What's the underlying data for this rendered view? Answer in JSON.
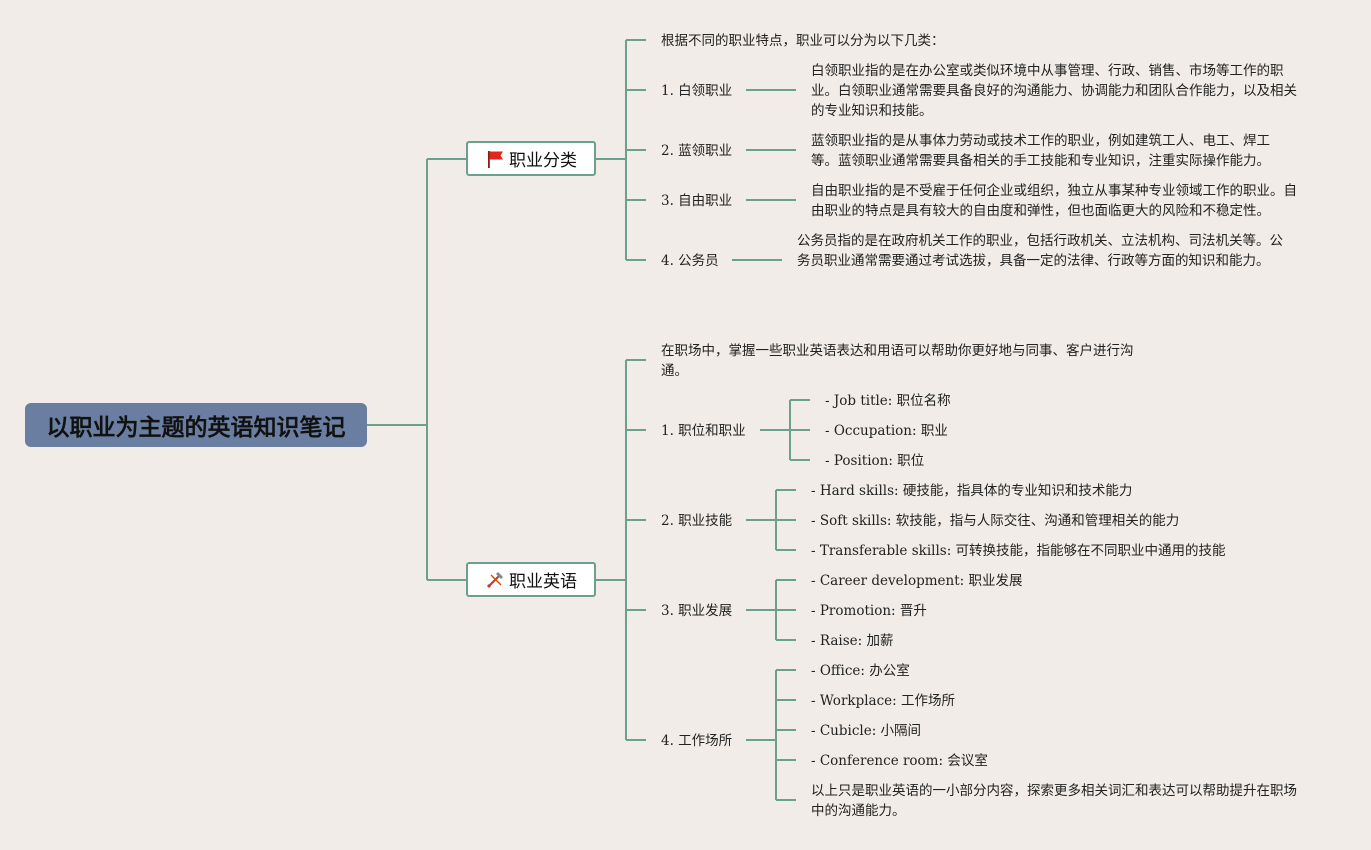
{
  "title": "以职业为主题的英语知识笔记",
  "branches": {
    "classification": {
      "label": "职业分类",
      "icon": "red-flag-icon",
      "intro": "根据不同的职业特点，职业可以分为以下几类：",
      "items": [
        {
          "label": "1. 白领职业",
          "desc": "白领职业指的是在办公室或类似环境中从事管理、行政、销售、市场等工作的职业。白领职业通常需要具备良好的沟通能力、协调能力和团队合作能力，以及相关的专业知识和技能。"
        },
        {
          "label": "2. 蓝领职业",
          "desc": "蓝领职业指的是从事体力劳动或技术工作的职业，例如建筑工人、电工、焊工等。蓝领职业通常需要具备相关的手工技能和专业知识，注重实际操作能力。"
        },
        {
          "label": "3. 自由职业",
          "desc": "自由职业指的是不受雇于任何企业或组织，独立从事某种专业领域工作的职业。自由职业的特点是具有较大的自由度和弹性，但也面临更大的风险和不稳定性。"
        },
        {
          "label": "4. 公务员",
          "desc": "公务员指的是在政府机关工作的职业，包括行政机关、立法机构、司法机关等。公务员职业通常需要通过考试选拔，具备一定的法律、行政等方面的知识和能力。"
        }
      ]
    },
    "english": {
      "label": "职业英语",
      "icon": "tools-icon",
      "intro": "在职场中，掌握一些职业英语表达和用语可以帮助你更好地与同事、客户进行沟通。",
      "items": [
        {
          "label": "1. 职位和职业",
          "subs": [
            "- Job title: 职位名称",
            "- Occupation: 职业",
            "- Position: 职位"
          ]
        },
        {
          "label": "2. 职业技能",
          "subs": [
            "- Hard skills: 硬技能，指具体的专业知识和技术能力",
            "- Soft skills: 软技能，指与人际交往、沟通和管理相关的能力",
            "- Transferable skills: 可转换技能，指能够在不同职业中通用的技能"
          ]
        },
        {
          "label": "3. 职业发展",
          "subs": [
            "- Career development: 职业发展",
            "- Promotion: 晋升",
            "- Raise: 加薪"
          ]
        },
        {
          "label": "4. 工作场所",
          "subs": [
            "- Office: 办公室",
            "- Workplace: 工作场所",
            "- Cubicle: 小隔间",
            "- Conference room: 会议室",
            "以上只是职业英语的一小部分内容，探索更多相关词汇和表达可以帮助提升在职场中的沟通能力。"
          ]
        }
      ]
    }
  },
  "colors": {
    "line": "#6aa08d",
    "root": "#6a7ea1",
    "background": "#f1ece7"
  }
}
